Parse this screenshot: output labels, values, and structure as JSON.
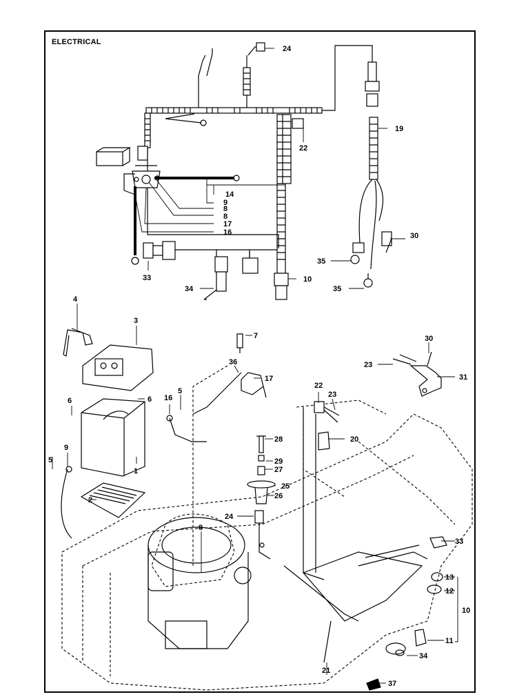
{
  "title": "ELECTRICAL",
  "callouts": [
    {
      "id": "c24a",
      "label": "24"
    },
    {
      "id": "c19",
      "label": "19"
    },
    {
      "id": "c22a",
      "label": "22"
    },
    {
      "id": "c14",
      "label": "14"
    },
    {
      "id": "c9a",
      "label": "9"
    },
    {
      "id": "c8a",
      "label": "8"
    },
    {
      "id": "c8b",
      "label": "8"
    },
    {
      "id": "c17a",
      "label": "17"
    },
    {
      "id": "c16a",
      "label": "16"
    },
    {
      "id": "c30a",
      "label": "30"
    },
    {
      "id": "c33a",
      "label": "33"
    },
    {
      "id": "c35a",
      "label": "35"
    },
    {
      "id": "c10a",
      "label": "10"
    },
    {
      "id": "c34a",
      "label": "34"
    },
    {
      "id": "c35b",
      "label": "35"
    },
    {
      "id": "c4",
      "label": "4"
    },
    {
      "id": "c3",
      "label": "3"
    },
    {
      "id": "c7",
      "label": "7"
    },
    {
      "id": "c30b",
      "label": "30"
    },
    {
      "id": "c36",
      "label": "36"
    },
    {
      "id": "c17b",
      "label": "17"
    },
    {
      "id": "c23a",
      "label": "23"
    },
    {
      "id": "c31",
      "label": "31"
    },
    {
      "id": "c6a",
      "label": "6"
    },
    {
      "id": "c6b",
      "label": "6"
    },
    {
      "id": "c16b",
      "label": "16"
    },
    {
      "id": "c5a",
      "label": "5"
    },
    {
      "id": "c22b",
      "label": "22"
    },
    {
      "id": "c23b",
      "label": "23"
    },
    {
      "id": "c28",
      "label": "28"
    },
    {
      "id": "c20",
      "label": "20"
    },
    {
      "id": "c9b",
      "label": "9"
    },
    {
      "id": "c29",
      "label": "29"
    },
    {
      "id": "c1",
      "label": "1"
    },
    {
      "id": "c27",
      "label": "27"
    },
    {
      "id": "c5b",
      "label": "5"
    },
    {
      "id": "c25",
      "label": "25"
    },
    {
      "id": "c2",
      "label": "2"
    },
    {
      "id": "c26",
      "label": "26"
    },
    {
      "id": "c24b",
      "label": "24"
    },
    {
      "id": "c8c",
      "label": "8"
    },
    {
      "id": "c33b",
      "label": "33"
    },
    {
      "id": "c13",
      "label": "13"
    },
    {
      "id": "c12",
      "label": "12"
    },
    {
      "id": "c10b",
      "label": "10"
    },
    {
      "id": "c11",
      "label": "11"
    },
    {
      "id": "c34b",
      "label": "34"
    },
    {
      "id": "c21",
      "label": "21"
    },
    {
      "id": "c37",
      "label": "37"
    }
  ]
}
